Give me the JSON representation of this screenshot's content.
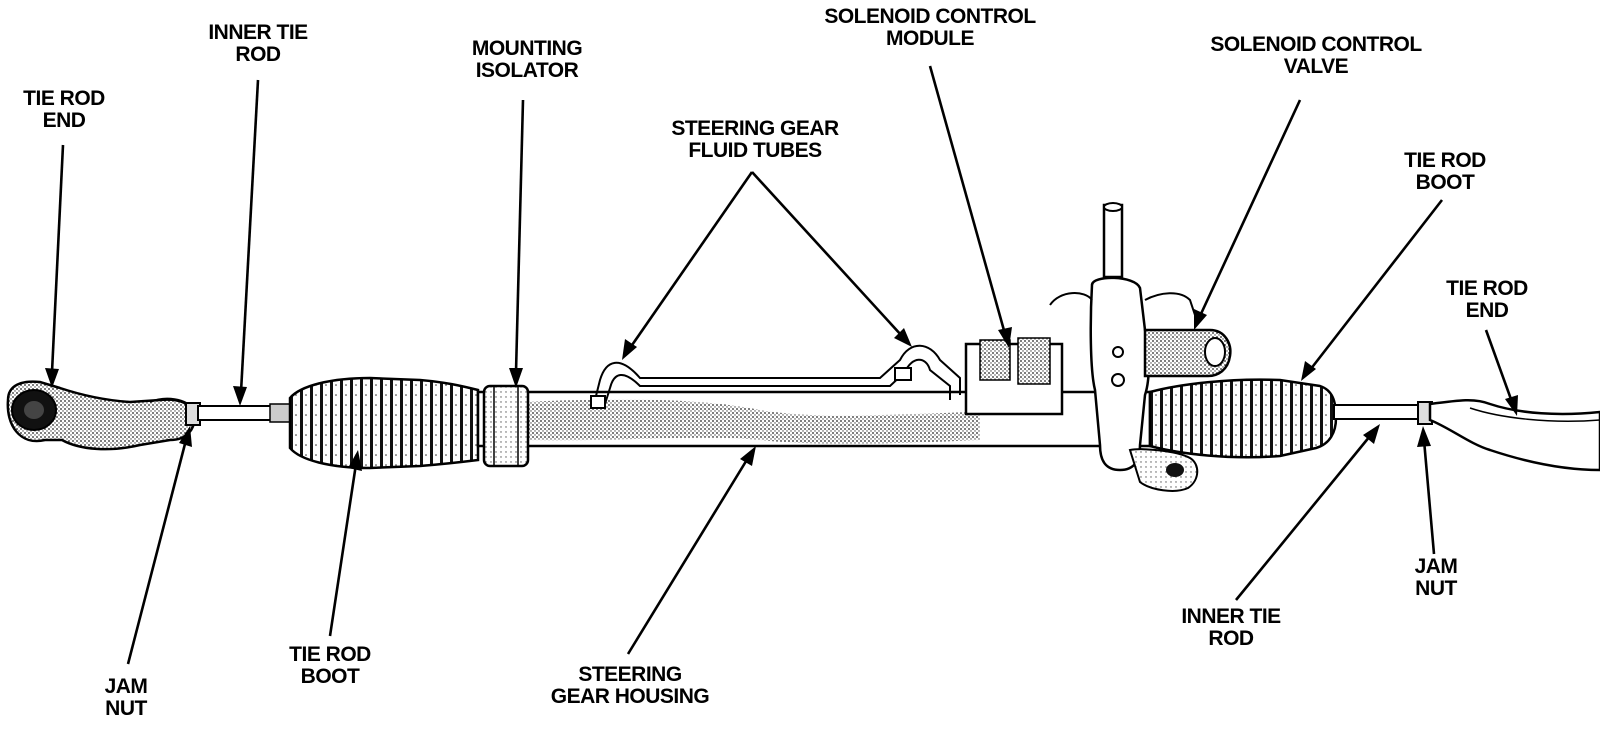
{
  "labels": {
    "tie_rod_end_left": [
      "TIE ROD",
      "END"
    ],
    "inner_tie_rod_top": [
      "INNER TIE",
      "ROD"
    ],
    "mounting_isolator": [
      "MOUNTING",
      "ISOLATOR"
    ],
    "steering_gear_fluid_tubes": [
      "STEERING GEAR",
      "FLUID TUBES"
    ],
    "solenoid_control_module": [
      "SOLENOID CONTROL",
      "MODULE"
    ],
    "solenoid_control_valve": [
      "SOLENOID CONTROL",
      "VALVE"
    ],
    "tie_rod_boot_right": [
      "TIE ROD",
      "BOOT"
    ],
    "tie_rod_end_right": [
      "TIE ROD",
      "END"
    ],
    "jam_nut_left": [
      "JAM",
      "NUT"
    ],
    "tie_rod_boot_left": [
      "TIE ROD",
      "BOOT"
    ],
    "steering_gear_housing": [
      "STEERING",
      "GEAR HOUSING"
    ],
    "jam_nut_right": [
      "JAM",
      "NUT"
    ],
    "inner_tie_rod_bottom": [
      "INNER TIE",
      "ROD"
    ]
  }
}
